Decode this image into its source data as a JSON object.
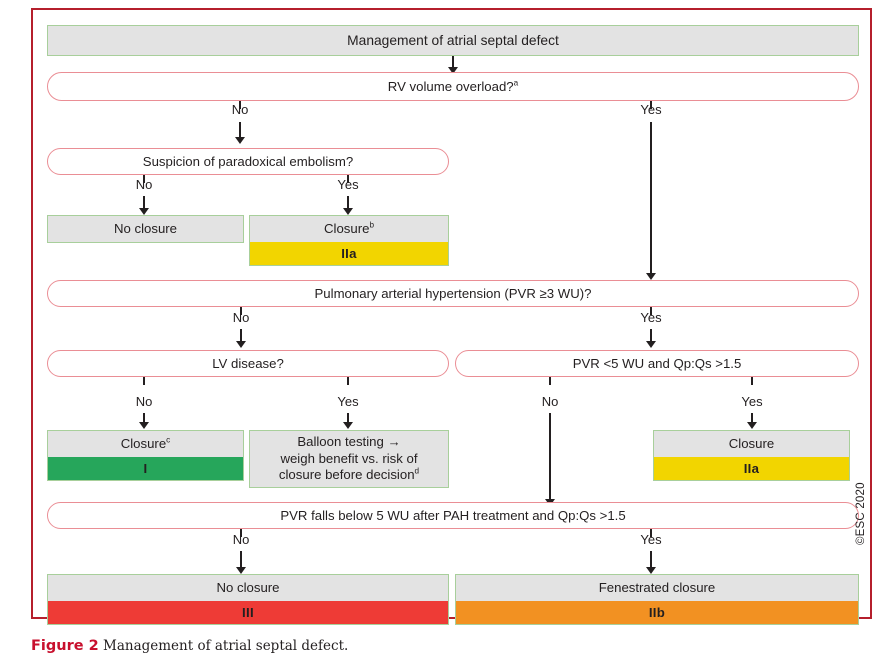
{
  "figure": {
    "label": "Figure 2",
    "caption": "Management of atrial septal defect.",
    "copyright": "©ESC 2020"
  },
  "title": {
    "text": "Management of atrial septal defect"
  },
  "colors": {
    "frame": "#b51f2c",
    "decision_border": "#ea8e95",
    "outcome_border": "#a8cf9b",
    "outcome_fill": "#e3e3e3",
    "class_I": "#26a65b",
    "class_IIa": "#f2d500",
    "class_IIb": "#f29122",
    "class_III": "#ee3b36"
  },
  "nodes": {
    "rv_overload": {
      "text": "RV volume overload?",
      "sup": "a"
    },
    "paradoxical_embolism": {
      "text": "Suspicion of paradoxical embolism?",
      "sup": ""
    },
    "no_closure_1": {
      "text": "No closure",
      "sup": "",
      "badge": ""
    },
    "closure_b": {
      "text": "Closure",
      "sup": "b",
      "badge": "IIa"
    },
    "pah": {
      "text": "Pulmonary arterial hypertension (PVR ≥3 WU)?",
      "sup": ""
    },
    "lv_disease": {
      "text": "LV disease?",
      "sup": ""
    },
    "pvr_qpqs": {
      "text": "PVR <5 WU and Qp:Qs >1.5",
      "sup": ""
    },
    "closure_c": {
      "text": "Closure",
      "sup": "c",
      "badge": "I"
    },
    "balloon_testing": {
      "line1": "Balloon testing →",
      "line2": "weigh benefit vs. risk of",
      "line3": "closure before decision",
      "sup": "d",
      "badge": ""
    },
    "closure_right": {
      "text": "Closure",
      "sup": "",
      "badge": "IIa"
    },
    "pvr_falls": {
      "text": "PVR falls below 5 WU after PAH treatment and Qp:Qs >1.5",
      "sup": ""
    },
    "no_closure_2": {
      "text": "No closure",
      "sup": "",
      "badge": "III"
    },
    "fenestrated_closure": {
      "text": "Fenestrated closure",
      "sup": "",
      "badge": "IIb"
    }
  },
  "branches": {
    "rv_no": "No",
    "rv_yes": "Yes",
    "embolism_no": "No",
    "embolism_yes": "Yes",
    "pah_no": "No",
    "pah_yes": "Yes",
    "lv_no": "No",
    "lv_yes": "Yes",
    "pvr_no": "No",
    "pvr_yes": "Yes",
    "falls_no": "No",
    "falls_yes": "Yes"
  }
}
